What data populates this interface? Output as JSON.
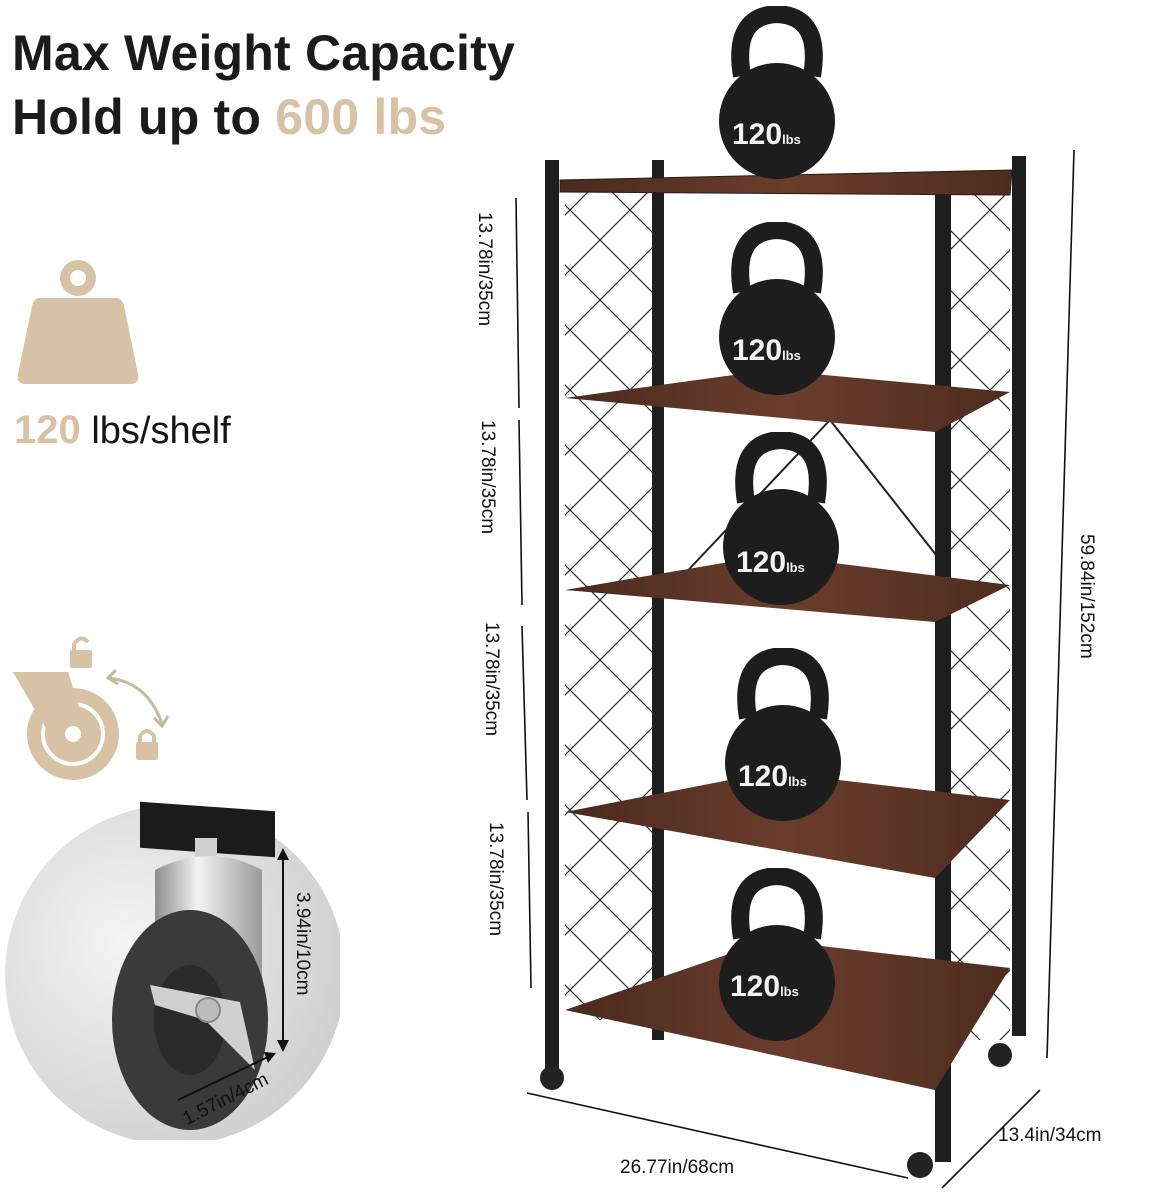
{
  "headline": {
    "line1": "Max Weight Capacity",
    "line2_prefix": "Hold up to ",
    "line2_value": "600 lbs"
  },
  "per_shelf": {
    "value": "120",
    "unit": "lbs/shelf",
    "icon": "weight-icon"
  },
  "caster_icon": {
    "icon": "caster-lock-icon"
  },
  "caster_dimensions": {
    "height": "3.94in/10cm",
    "width": "1.57in/4cm"
  },
  "shelf_spacing": [
    "13.78in/35cm",
    "13.78in/35cm",
    "13.78in/35cm",
    "13.78in/35cm"
  ],
  "overall_dimensions": {
    "height": "59.84in/152cm",
    "width": "26.77in/68cm",
    "depth": "13.4in/34cm"
  },
  "kettlebells": [
    {
      "weight": "120",
      "unit": "lbs"
    },
    {
      "weight": "120",
      "unit": "lbs"
    },
    {
      "weight": "120",
      "unit": "lbs"
    },
    {
      "weight": "120",
      "unit": "lbs"
    },
    {
      "weight": "120",
      "unit": "lbs"
    }
  ],
  "colors": {
    "accent": "#d8c2a6",
    "wood": "#5a3326",
    "frame": "#1e1e1e",
    "text": "#1b1b1b"
  }
}
